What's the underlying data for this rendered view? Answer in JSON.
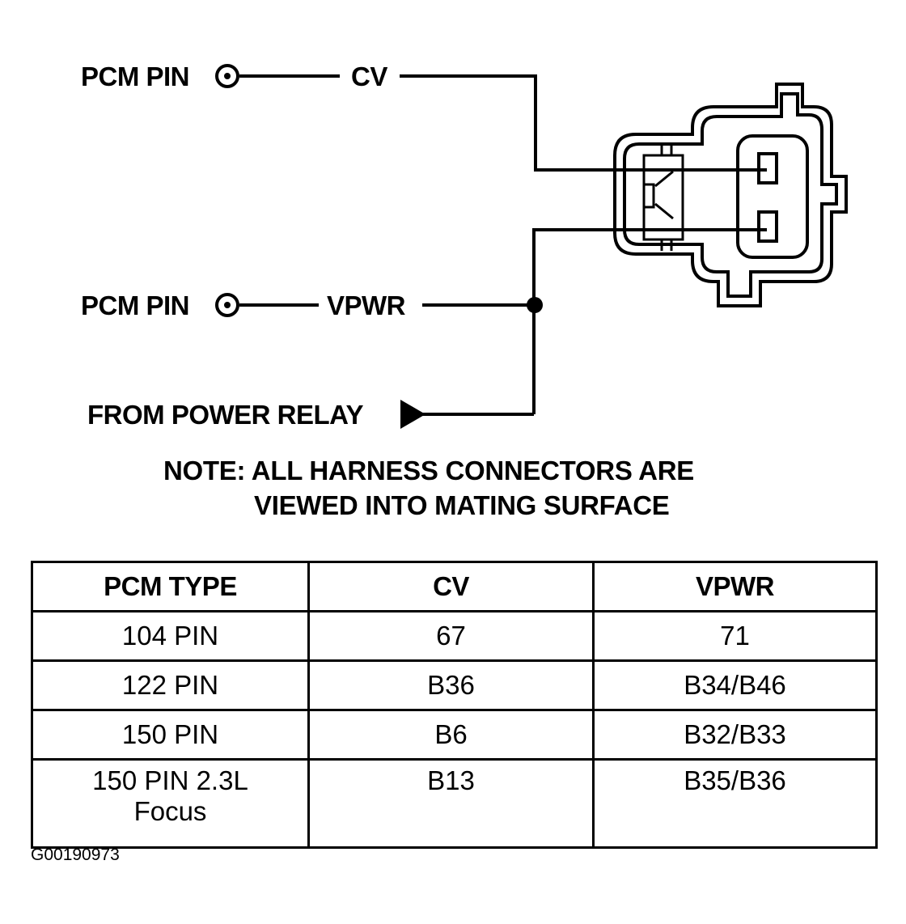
{
  "labels": {
    "pcm_pin_cv": "PCM PIN",
    "cv": "CV",
    "pcm_pin_vpwr": "PCM PIN",
    "vpwr": "VPWR",
    "from_power_relay": "FROM POWER RELAY"
  },
  "note": {
    "line1": "NOTE: ALL HARNESS CONNECTORS ARE",
    "line2": "VIEWED INTO MATING SURFACE"
  },
  "table": {
    "headers": [
      "PCM TYPE",
      "CV",
      "VPWR"
    ],
    "rows": [
      [
        "104 PIN",
        "67",
        "71"
      ],
      [
        "122 PIN",
        "B36",
        "B34/B46"
      ],
      [
        "150 PIN",
        "B6",
        "B32/B33"
      ],
      [
        "150 PIN 2.3L\nFocus",
        "B13",
        "B35/B36"
      ]
    ]
  },
  "reference": "G00190973",
  "colors": {
    "ink": "#000000",
    "paper": "#ffffff"
  },
  "icons": [
    "pin-terminal-icon",
    "pin-terminal-icon",
    "splice-dot-icon",
    "arrow-right-icon",
    "connector-icon"
  ]
}
